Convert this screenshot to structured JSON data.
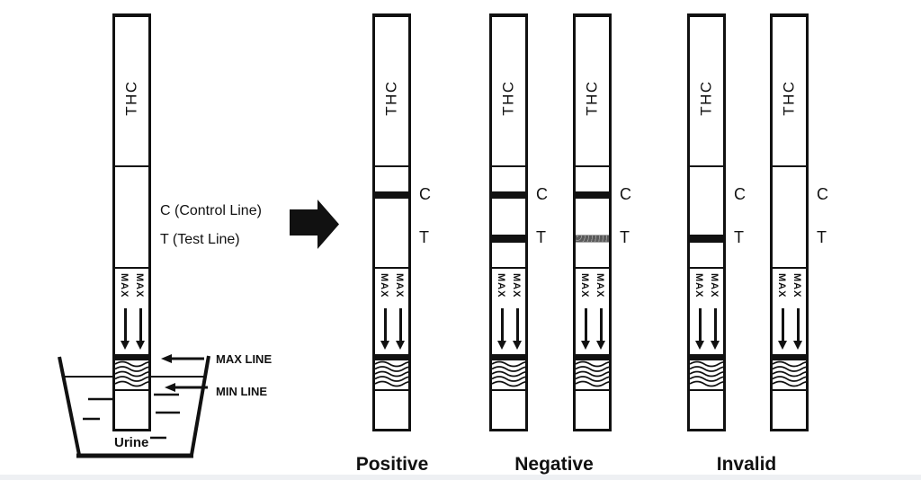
{
  "strip": {
    "brand": "THC",
    "max_text": "MAX",
    "c_marker": "C",
    "t_marker": "T"
  },
  "legend": {
    "control": "C (Control Line)",
    "test": "T (Test Line)"
  },
  "beaker": {
    "max_line": "MAX LINE",
    "min_line": "MIN LINE",
    "liquid": "Urine"
  },
  "captions": {
    "positive": "Positive",
    "negative": "Negative",
    "invalid": "Invalid"
  },
  "strips": [
    {
      "id": "sample",
      "control_line": "none",
      "test_line": "none"
    },
    {
      "id": "positive-1",
      "control_line": "black",
      "test_line": "none"
    },
    {
      "id": "negative-1",
      "control_line": "black",
      "test_line": "black"
    },
    {
      "id": "negative-2",
      "control_line": "black",
      "test_line": "faint"
    },
    {
      "id": "invalid-1",
      "control_line": "none",
      "test_line": "black"
    },
    {
      "id": "invalid-2",
      "control_line": "none",
      "test_line": "none"
    }
  ],
  "colors": {
    "ink": "#111111",
    "faint_line": "#5a5a5a",
    "background": "#ffffff",
    "footer_strip": "#eef0f3"
  }
}
